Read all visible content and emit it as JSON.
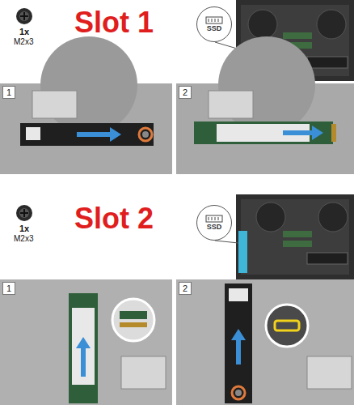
{
  "diagram": {
    "nodes": [
      {
        "text": [
          "SSD"
        ]
      },
      {
        "text": [
          "1"
        ]
      },
      {
        "text": [
          "2"
        ]
      },
      {
        "text": [
          "SSD"
        ]
      },
      {
        "text": [
          "1"
        ]
      },
      {
        "text": [
          "2"
        ]
      }
    ],
    "labels": [
      "1x",
      "M2x3",
      "Slot 1",
      "1x",
      "M2x3",
      "Slot 2"
    ]
  }
}
